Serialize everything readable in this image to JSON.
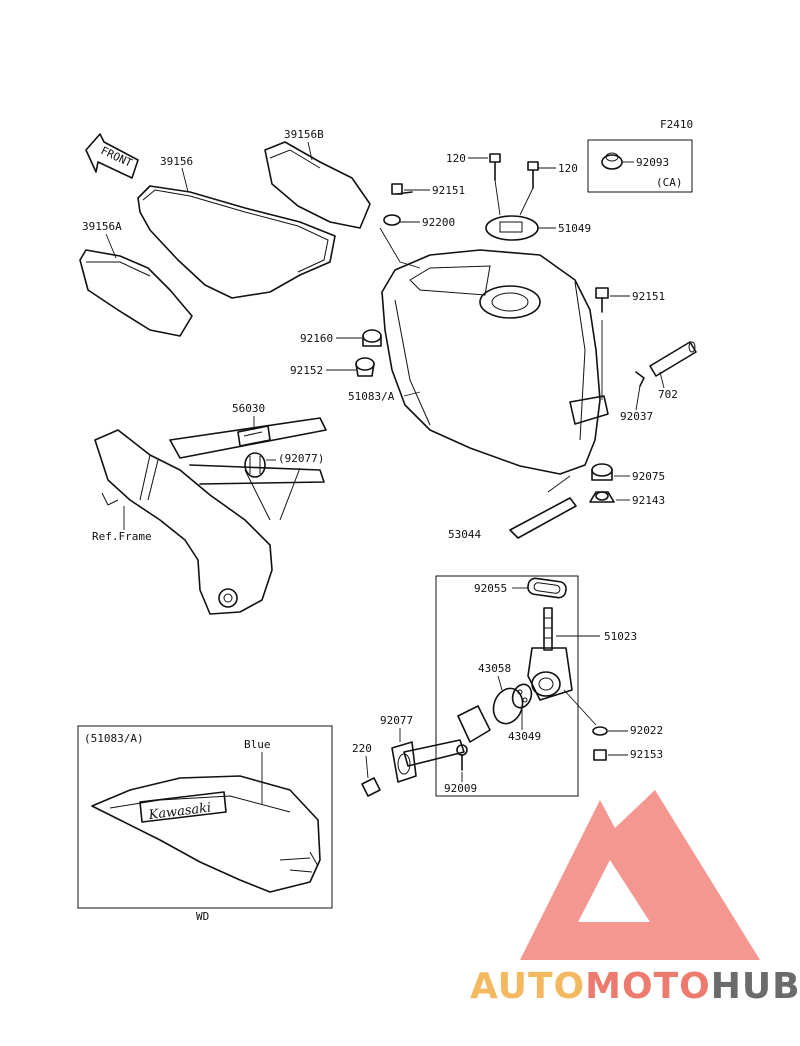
{
  "figure_code": "F2410",
  "front_label": "FRONT",
  "inset_tag": "(51083/A)",
  "inset_color": "Blue",
  "inset_brand": "Kawasaki",
  "inset_variant": "WD",
  "region_label": "(CA)",
  "frame_label": "Ref.Frame",
  "parts": {
    "p39156": "39156",
    "p39156a": "39156A",
    "p39156b": "39156B",
    "p120a": "120",
    "p120b": "120",
    "p92093": "92093",
    "p92151a": "92151",
    "p92200": "92200",
    "p51049": "51049",
    "p92151b": "92151",
    "p92160": "92160",
    "p92152": "92152",
    "p51083a": "51083/A",
    "p702": "702",
    "p92037": "92037",
    "p56030": "56030",
    "p92077a": "(92077)",
    "p92075": "92075",
    "p92143": "92143",
    "p53044": "53044",
    "p92055": "92055",
    "p51023": "51023",
    "p43058": "43058",
    "p43049": "43049",
    "p92077b": "92077",
    "p220": "220",
    "p92009": "92009",
    "p92022": "92022",
    "p92153": "92153"
  },
  "watermark": {
    "part1": "AUTO",
    "part2": "MOTO",
    "part3": "HUB",
    "color_auto": "#f4b860",
    "color_moto": "#ec7a6e",
    "color_hub": "#6b6b6b",
    "color_triangle": "#f07d74"
  }
}
